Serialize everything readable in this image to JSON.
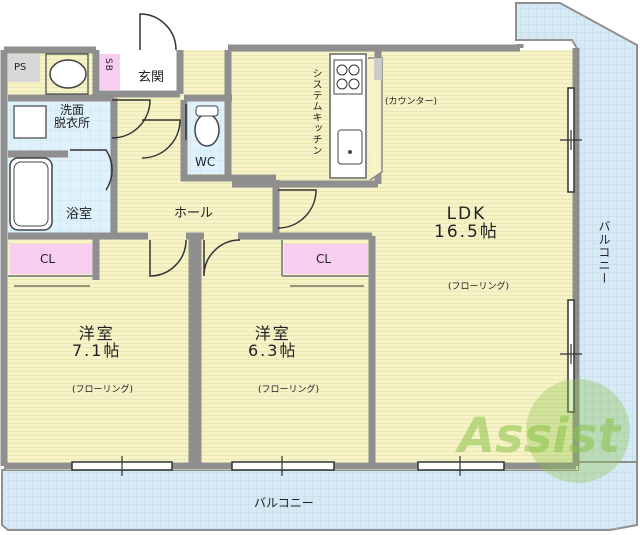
{
  "colors": {
    "wall": "#8f8f8f",
    "floor": "#f6f3c6",
    "wet": "#dff1fa",
    "balcony": "#d6e9f4",
    "closet": "#f7cdf0",
    "logo": "#8bc34a"
  },
  "labels": {
    "ps": "PS",
    "sb": "SB",
    "genkan": "玄関",
    "senmen": "洗面\n脱衣所",
    "wc": "WC",
    "yokushitsu": "浴室",
    "hall": "ホール",
    "kitchen": "システムキッチン",
    "counter": "(カウンター)",
    "ldk": "LDK\n16.5帖",
    "ldk_floor": "(フローリング)",
    "balcony_right": "バルコニー",
    "balcony_bottom": "バルコニー",
    "cl_left": "CL",
    "cl_right": "CL",
    "room1": "洋室\n7.1帖",
    "room1_floor": "(フローリング)",
    "room2": "洋室\n6.3帖",
    "room2_floor": "(フローリング)",
    "logo_text": "Assist"
  }
}
